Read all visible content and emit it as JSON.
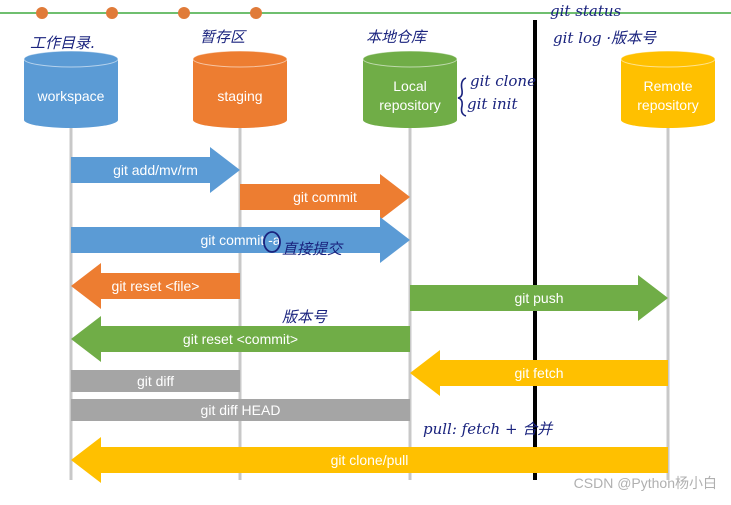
{
  "colors": {
    "workspace": "#5b9bd5",
    "staging": "#ed7d31",
    "local": "#70ad47",
    "remote": "#ffc000",
    "gray": "#a5a5a5",
    "lifeline": "#c8c8c8",
    "timeline": "#6fbf6f",
    "dot": "#e07b39",
    "divider": "#000000",
    "handwriting": "#1a237e"
  },
  "nodes": [
    {
      "key": "workspace",
      "label": [
        "workspace"
      ],
      "handwritten": "工作目录."
    },
    {
      "key": "staging",
      "label": [
        "staging"
      ],
      "handwritten": "暂存区"
    },
    {
      "key": "local",
      "label": [
        "Local",
        "repository"
      ],
      "handwritten": "本地仓库"
    },
    {
      "key": "remote",
      "label": [
        "Remote",
        "repository"
      ],
      "handwritten": "git log ·版本号"
    }
  ],
  "annotations": {
    "git_status": "git status",
    "git_clone": "git clone",
    "git_init": "git init",
    "direct_commit": "直接提交",
    "version_number": "版本号",
    "pull_eq": "pull: fetch + 合并"
  },
  "arrows": [
    {
      "label": "git add/mv/rm",
      "from": "workspace",
      "to": "staging",
      "color": "workspace",
      "row": 0
    },
    {
      "label": "git commit",
      "from": "staging",
      "to": "local",
      "color": "staging",
      "row": 1
    },
    {
      "label": "git commit -a",
      "from": "workspace",
      "to": "local",
      "color": "workspace",
      "row": 2
    },
    {
      "label": "git reset <file>",
      "from": "staging",
      "to": "workspace",
      "color": "staging",
      "row": 3
    },
    {
      "label": "git push",
      "from": "local",
      "to": "remote",
      "color": "local",
      "row": 4
    },
    {
      "label": "git reset <commit>",
      "from": "local",
      "to": "workspace",
      "color": "local",
      "row": 5
    },
    {
      "label": "git fetch",
      "from": "remote",
      "to": "local",
      "color": "remote",
      "row": 6
    },
    {
      "label": "git clone/pull",
      "from": "remote",
      "to": "workspace",
      "color": "remote",
      "row": 9
    }
  ],
  "bars": [
    {
      "label": "git diff",
      "from": "workspace",
      "to": "staging",
      "color": "gray",
      "row": 7
    },
    {
      "label": "git diff HEAD",
      "from": "workspace",
      "to": "local",
      "color": "gray",
      "row": 8
    }
  ],
  "watermark": "CSDN @Python杨小白"
}
